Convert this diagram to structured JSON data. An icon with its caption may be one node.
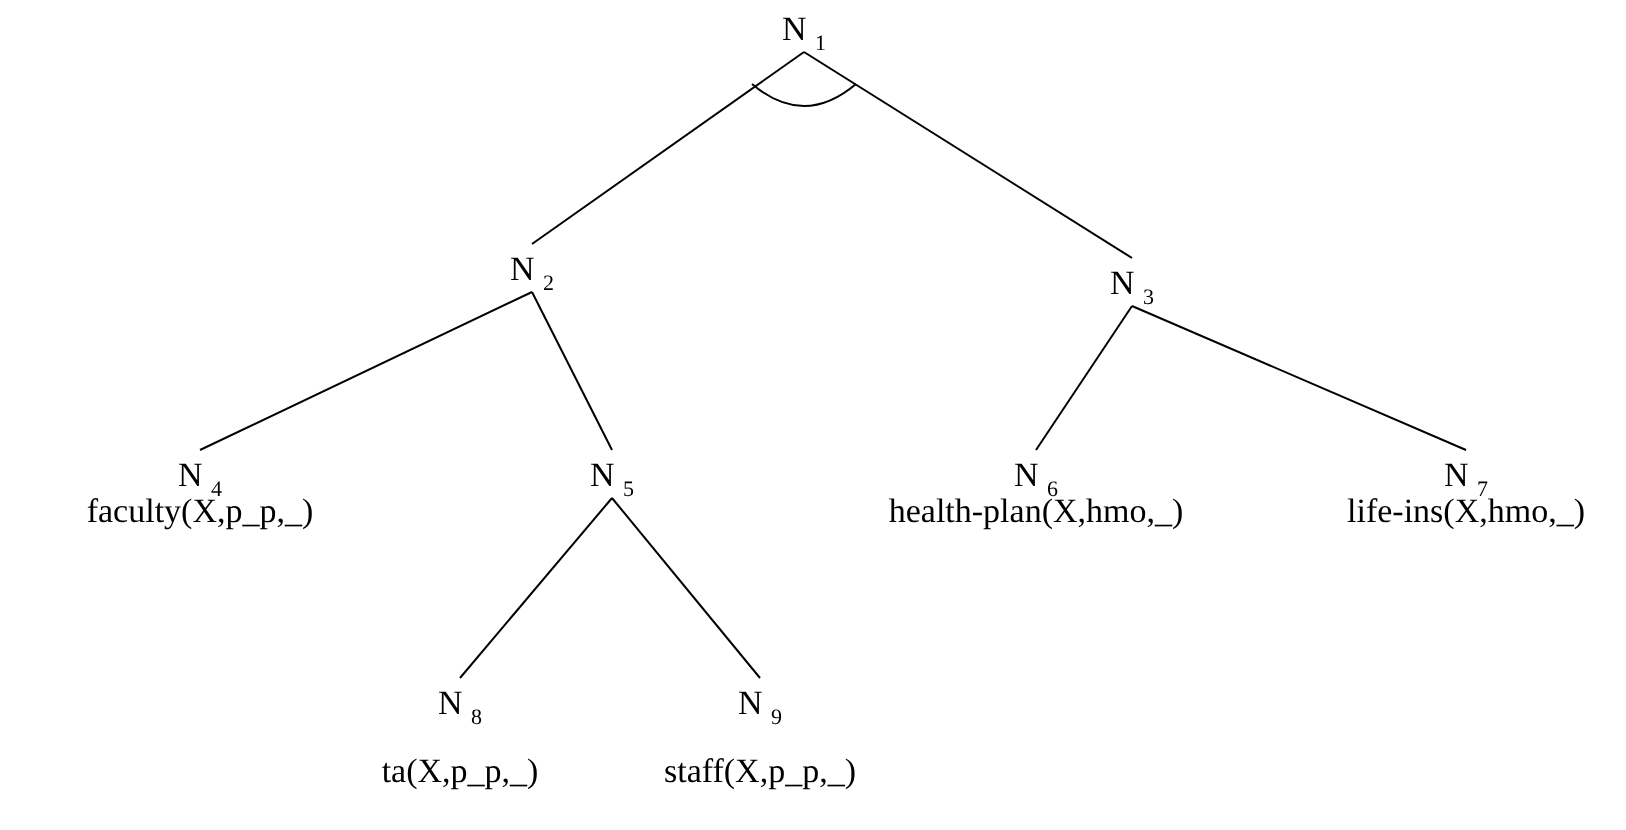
{
  "diagram": {
    "nodes": [
      {
        "text": [
          "N $_{1}$"
        ]
      },
      {
        "text": [
          "N $_{2}$"
        ]
      },
      {
        "text": [
          "N $_{3}$"
        ]
      },
      {
        "text": [
          "N $_{4}$",
          "faculty(X,p_p,_)"
        ]
      },
      {
        "text": [
          "N $_{5}$"
        ]
      },
      {
        "text": [
          "N $_{6}$",
          "health-plan(X,hmo,_)"
        ]
      },
      {
        "text": [
          "N $_{7}$",
          "life-ins(X,hmo,_)"
        ]
      },
      {
        "text": [
          "N $_{8}$",
          "ta(X,p_p,_)"
        ]
      },
      {
        "text": [
          "N $_{9}$",
          "staff(X,p_p,_)"
        ]
      }
    ],
    "edges": [
      {
        "from": 0,
        "to": 1,
        "arrow": "none"
      },
      {
        "from": 0,
        "to": 2,
        "arrow": "none"
      },
      {
        "from": 1,
        "to": 3,
        "arrow": "none"
      },
      {
        "from": 1,
        "to": 4,
        "arrow": "none"
      },
      {
        "from": 2,
        "to": 5,
        "arrow": "none"
      },
      {
        "from": 2,
        "to": 6,
        "arrow": "none"
      },
      {
        "from": 4,
        "to": 7,
        "arrow": "none"
      },
      {
        "from": 4,
        "to": 8,
        "arrow": "none"
      }
    ]
  }
}
